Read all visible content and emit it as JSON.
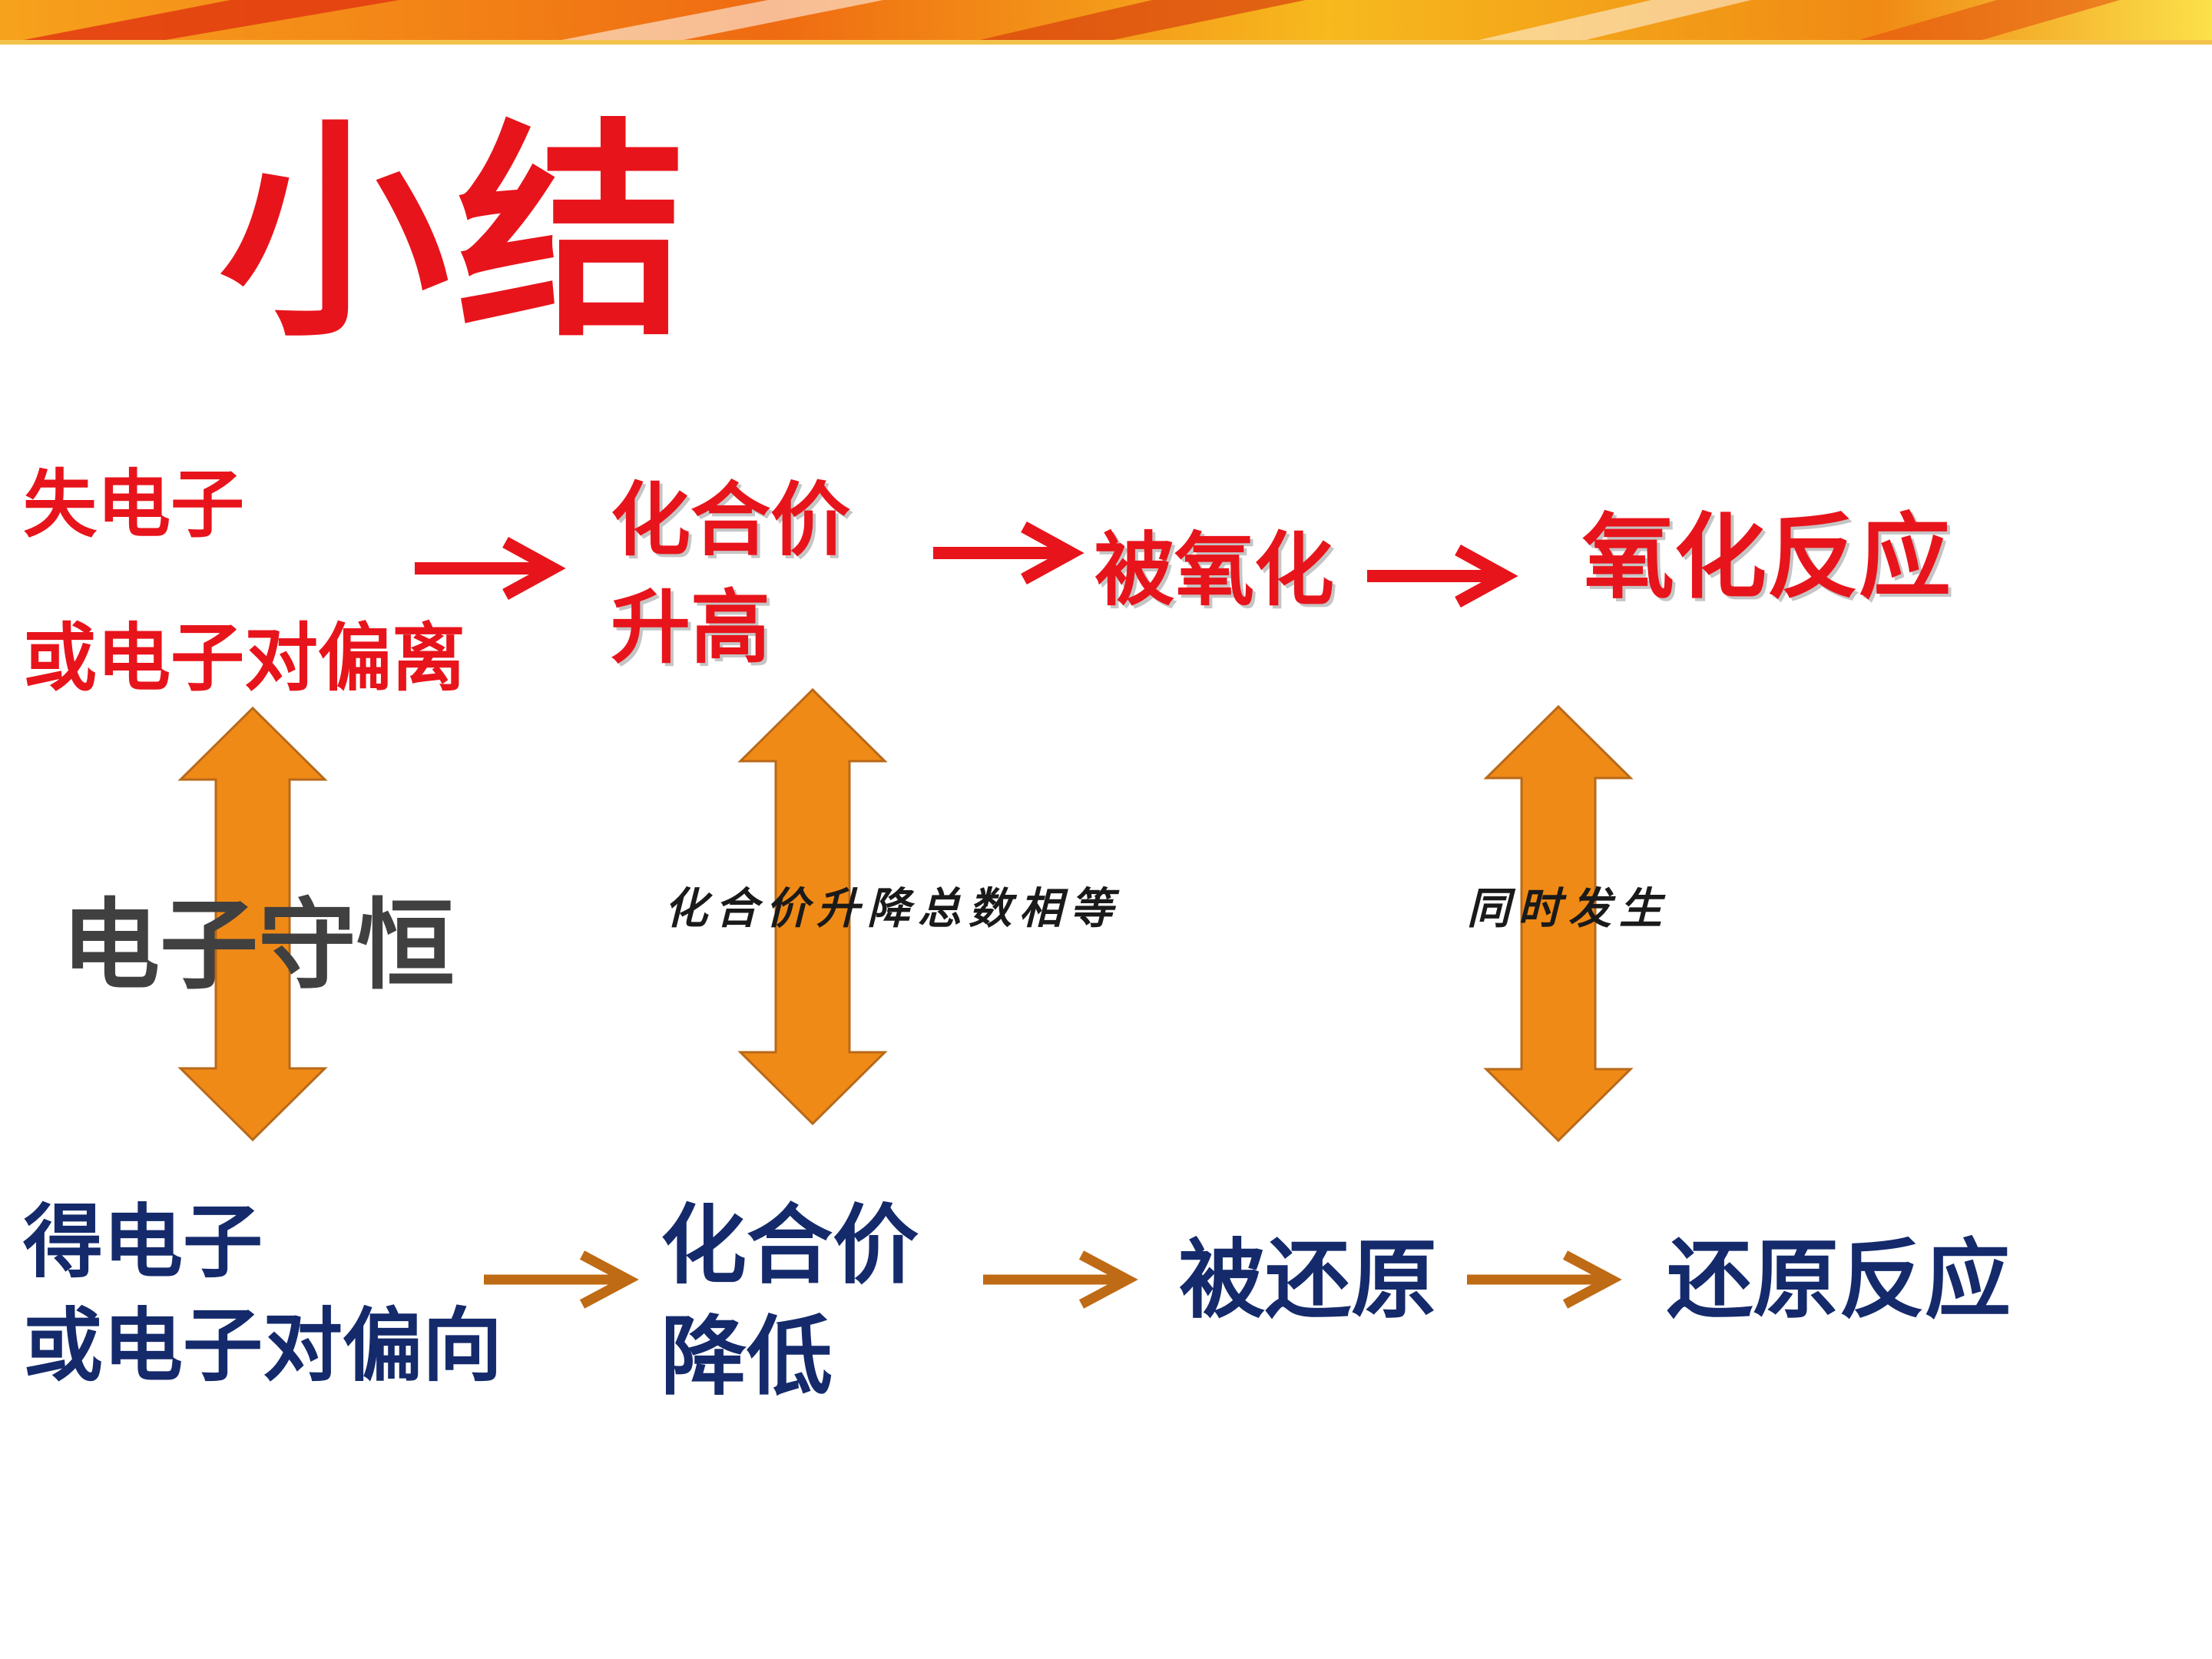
{
  "title": "小结",
  "oxidation": {
    "cause_line1": "失电子",
    "cause_line2": "或电子对偏离",
    "valence_line1": "化合价",
    "valence_line2": "升高",
    "process": "被氧化",
    "reaction": "氧化反应"
  },
  "reduction": {
    "cause_line1": "得电子",
    "cause_line2": "或电子对偏向",
    "valence_line1": "化合价",
    "valence_line2": "降低",
    "process": "被还原",
    "reaction": "还原反应"
  },
  "relations": {
    "electron_conservation": "电子守恒",
    "valence_total_equal": "化合价升降总数相等",
    "simultaneous": "同时发生"
  },
  "colors": {
    "red": "#e8141b",
    "navy": "#142a6b",
    "orange_fill": "#f08a16",
    "brown_arrow": "#bf6a14",
    "banner_orange": "#f39a1a"
  }
}
